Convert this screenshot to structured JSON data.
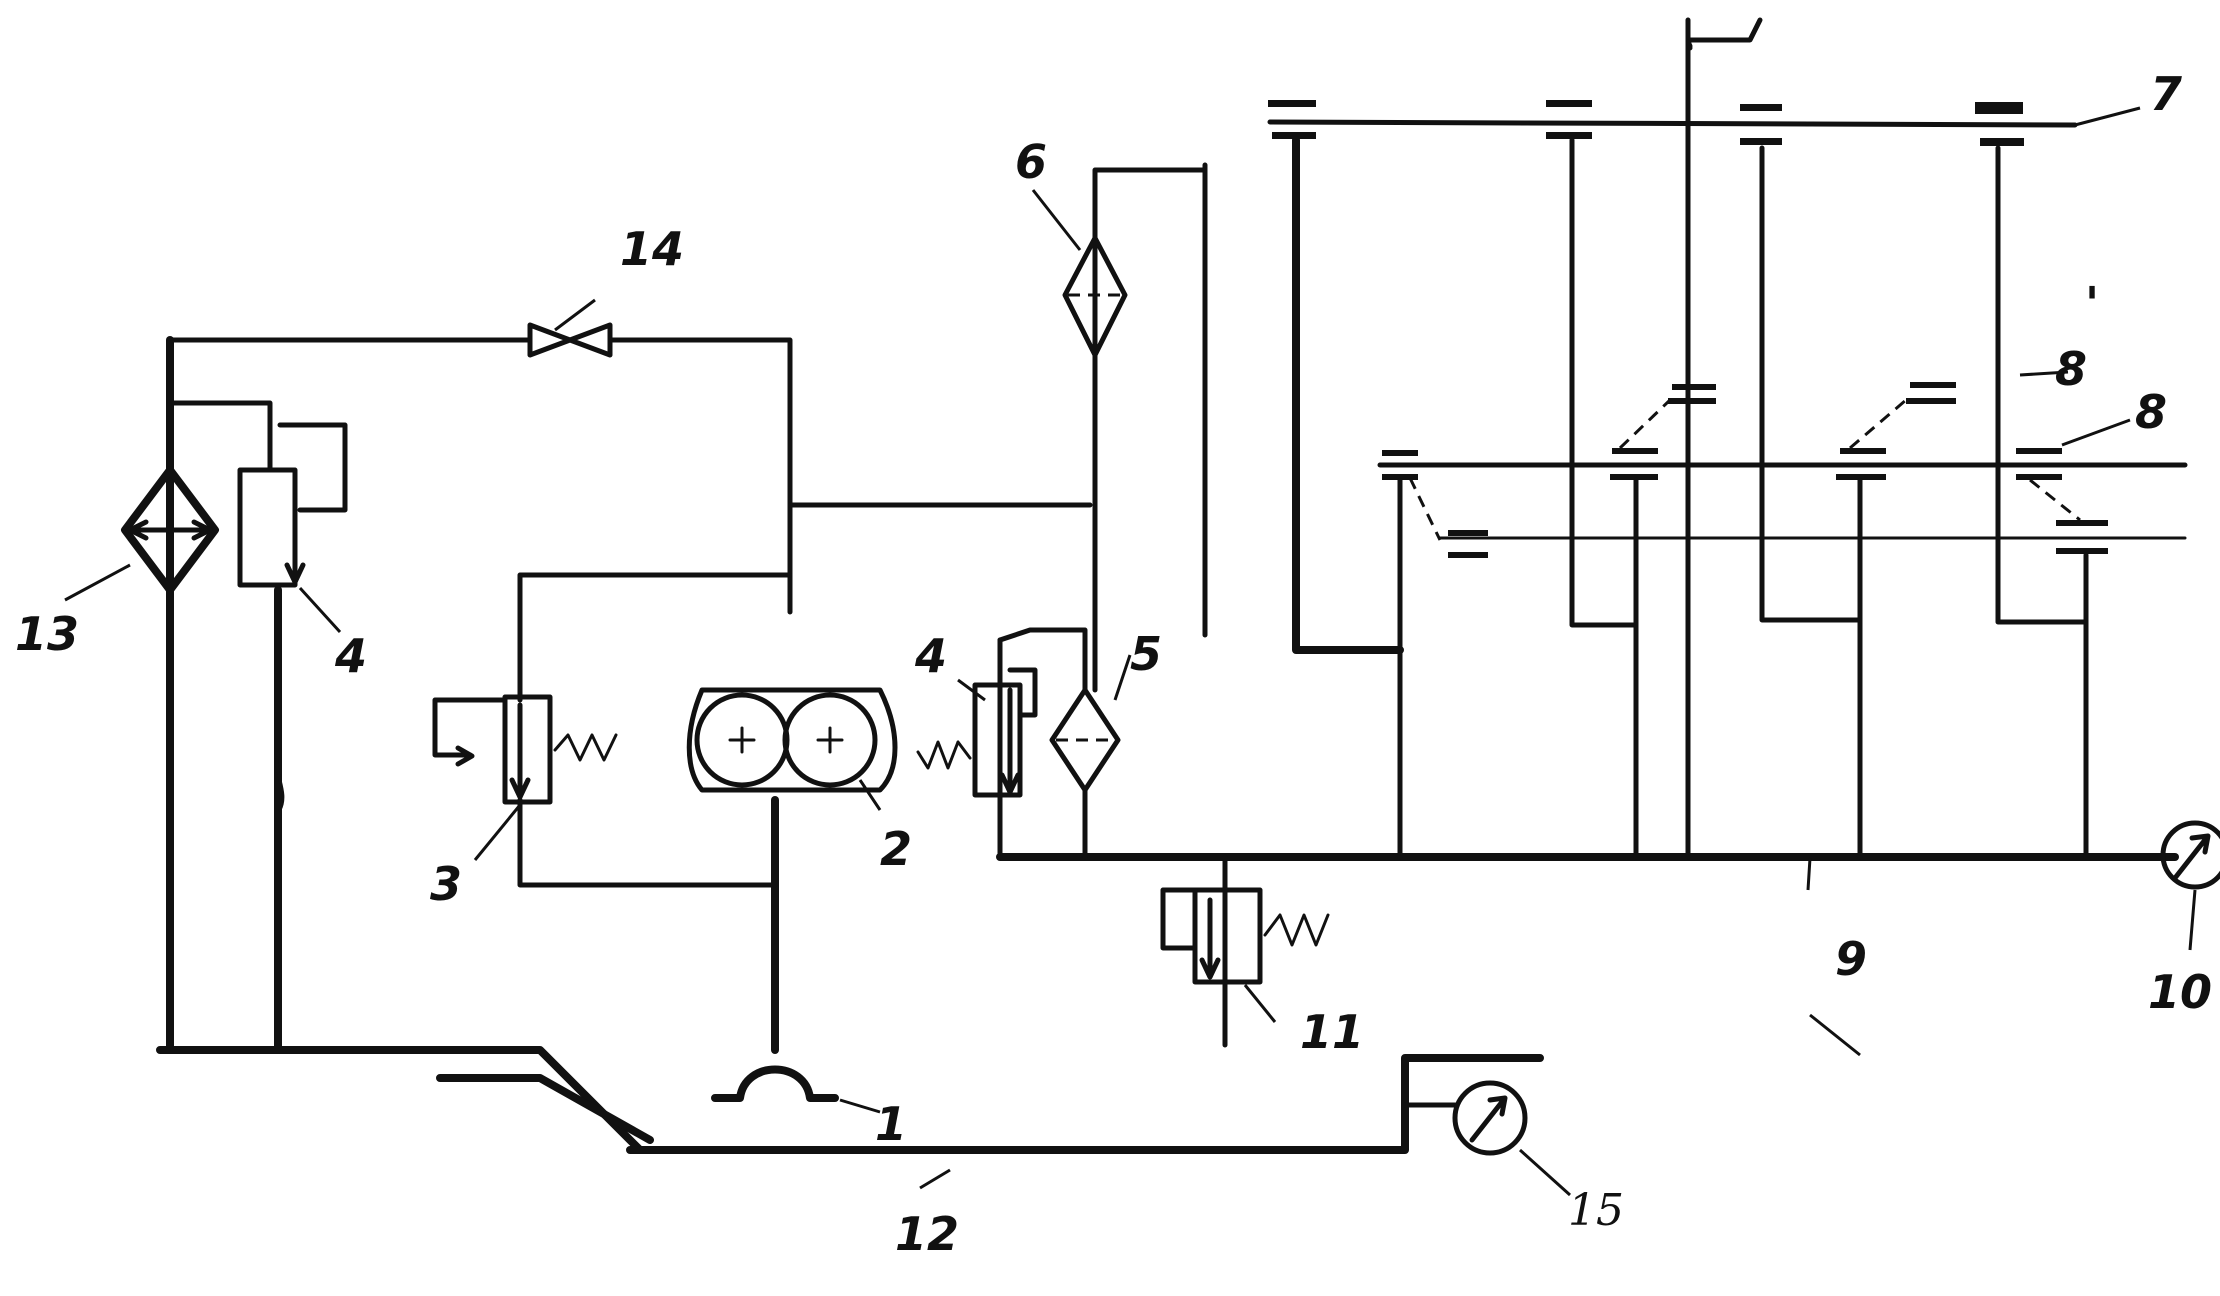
{
  "labels": {
    "l1": "1",
    "l2": "2",
    "l3": "3",
    "l4a": "4",
    "l4b": "4",
    "l5": "5",
    "l6": "6",
    "l7": "7",
    "l8": "8",
    "l8p": "8",
    "l8p_mark": "'",
    "l9": "9",
    "l10": "10",
    "l11": "11",
    "l12": "12",
    "l13": "13",
    "l14": "14",
    "l15": "15"
  }
}
